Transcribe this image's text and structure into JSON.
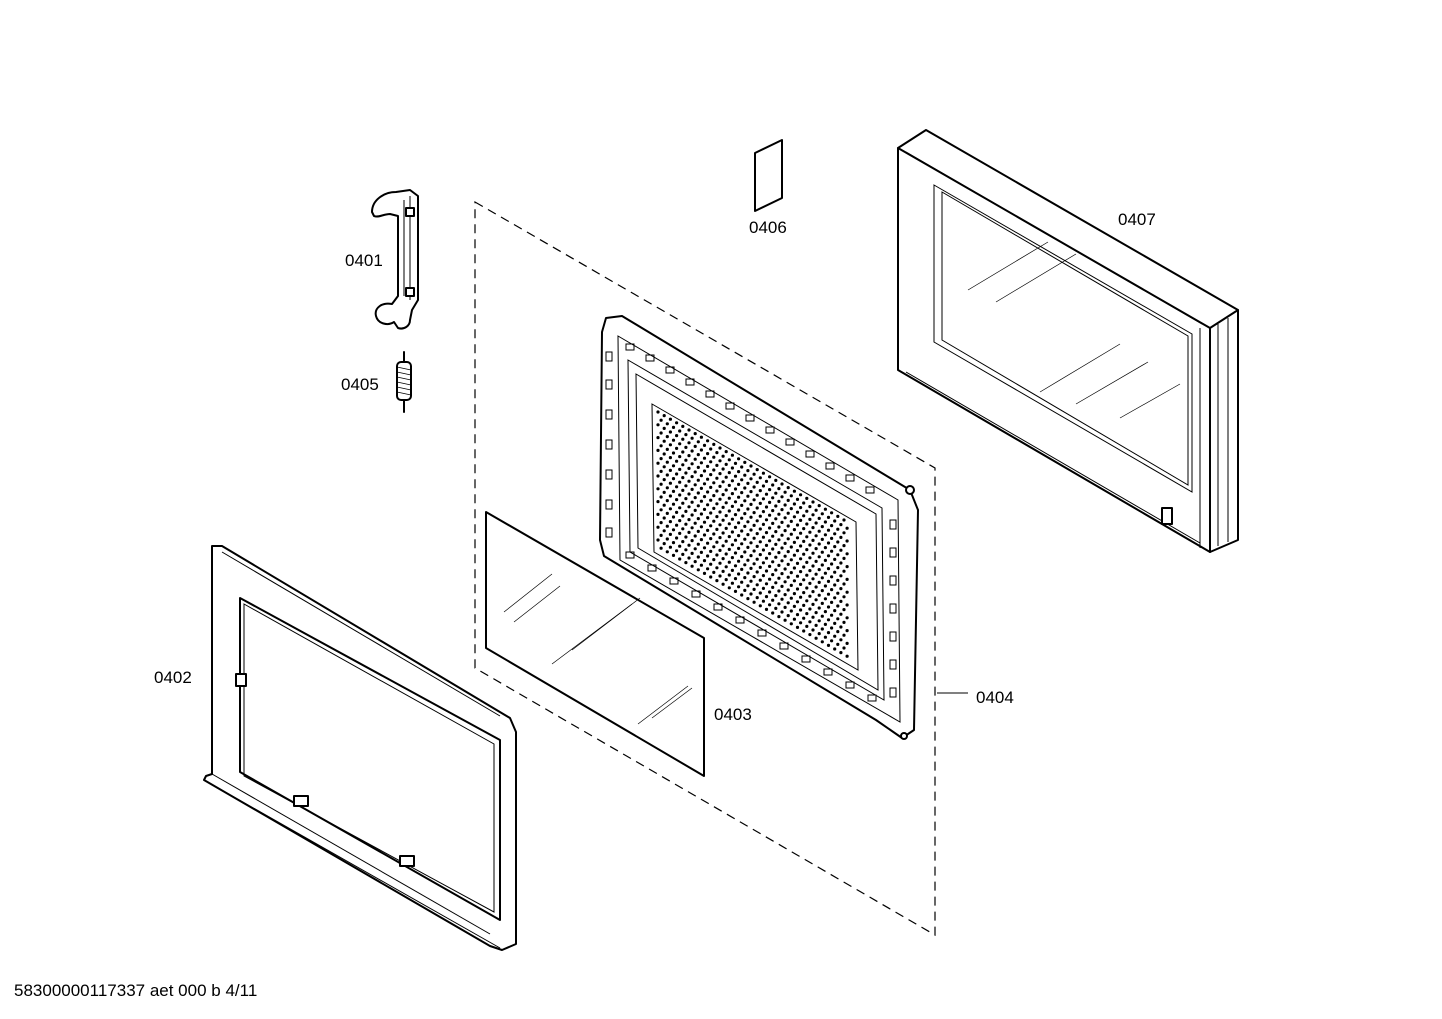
{
  "parts": {
    "p0401": "0401",
    "p0402": "0402",
    "p0403": "0403",
    "p0404": "0404",
    "p0405": "0405",
    "p0406": "0406",
    "p0407": "0407"
  },
  "footer": "58300000117337 aet 000 b 4/11"
}
